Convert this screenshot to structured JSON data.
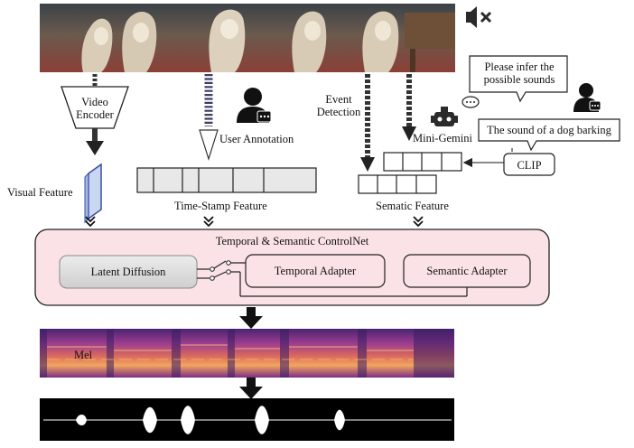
{
  "video": {
    "frame_count": 5,
    "mute_icon": "speaker-muted-icon"
  },
  "labels": {
    "video_encoder": "Video\nEncoder",
    "visual_feature": "Visual Feature",
    "user_annotation": "User Annotation",
    "time_stamp_feature": "Time-Stamp Feature",
    "event_detection": "Event\nDetection",
    "mini_gemini": "Mini-Gemini",
    "sematic_feature": "Sematic Feature",
    "clip": "CLIP",
    "prompt_bubble": "Please infer the\npossible sounds",
    "answer_bubble": "The sound of a dog barking"
  },
  "controlnet": {
    "title": "Temporal & Semantic ControlNet",
    "latent_diffusion": "Latent Diffusion",
    "temporal_adapter": "Temporal Adapter",
    "semantic_adapter": "Semantic Adapter"
  },
  "outputs": {
    "mel_label": "Mel"
  },
  "colors": {
    "visual_feature_fill": "#c9d7f2",
    "visual_feature_stroke": "#3a4f9e",
    "controlnet_fill": "#fbe2e6",
    "latent_fill": "#dcdcdc",
    "timestamp_fill": "#e8e8e8",
    "mel_dark": "#3a1d63",
    "mel_mid": "#9b3d8f",
    "mel_light": "#f4a760",
    "waveform_bg": "#000000",
    "waveform_fg": "#ffffff"
  }
}
